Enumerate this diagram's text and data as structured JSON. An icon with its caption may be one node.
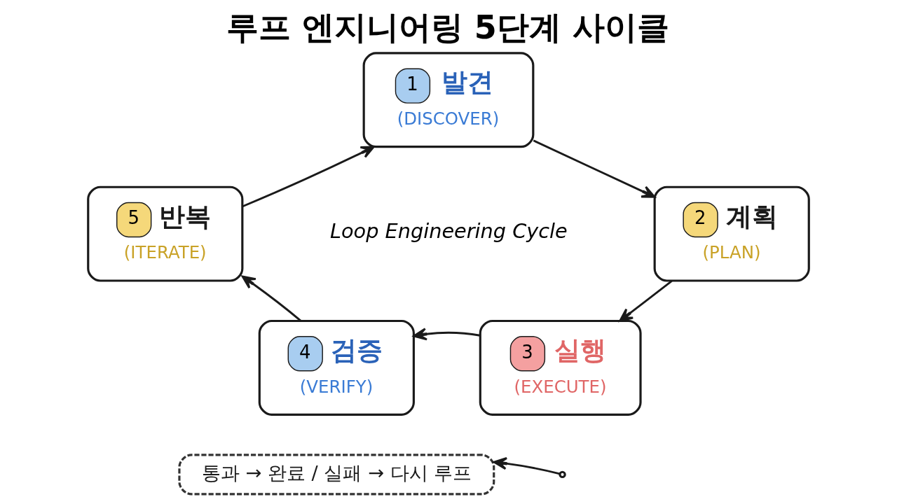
{
  "diagram": {
    "title": "루프 엔지니어링 5단계 사이클",
    "nodes": [
      {
        "text": [
          "1",
          "발견",
          "(DISCOVER)"
        ]
      },
      {
        "text": [
          "2",
          "계획",
          "(PLAN)"
        ]
      },
      {
        "text": [
          "3",
          "실행",
          "(EXECUTE)"
        ]
      },
      {
        "text": [
          "4",
          "검증",
          "(VERIFY)"
        ]
      },
      {
        "text": [
          "5",
          "반복",
          "(ITERATE)"
        ]
      },
      {
        "text": [
          "통과 → 완료 / 실패 → 다시 루프"
        ]
      }
    ],
    "edges": [
      {
        "from": 0,
        "to": 1,
        "arrow": "to"
      },
      {
        "from": 1,
        "to": 2,
        "arrow": "to"
      },
      {
        "from": 2,
        "to": 3,
        "arrow": "to"
      },
      {
        "from": 3,
        "to": 4,
        "arrow": "to"
      },
      {
        "from": 4,
        "to": 0,
        "arrow": "to"
      },
      {
        "from": null,
        "to": 5,
        "arrow": "to"
      }
    ],
    "labels": [
      "Loop Engineering Cycle"
    ]
  }
}
